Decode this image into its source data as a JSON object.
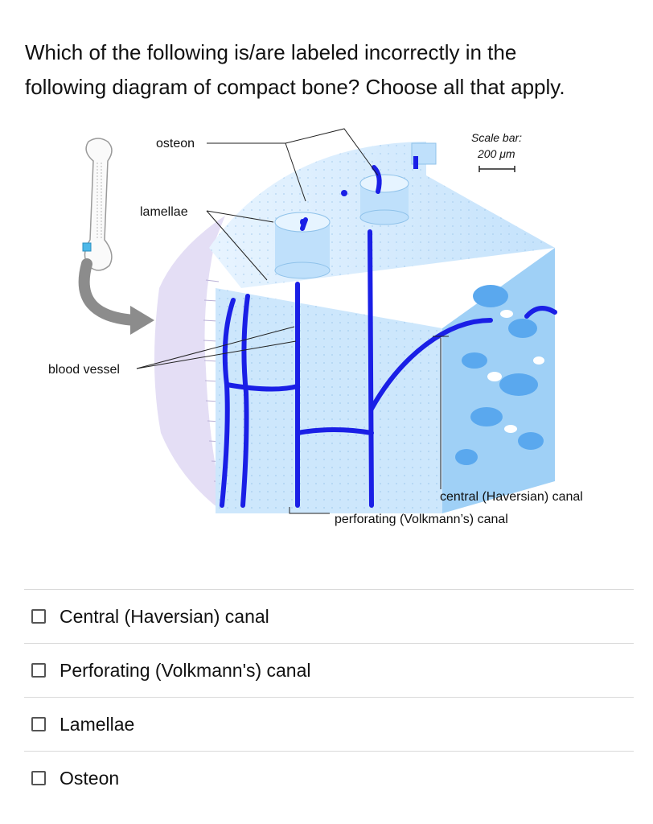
{
  "question": {
    "line1": "Which of the following is/are labeled incorrectly in the",
    "line2": "following diagram of compact bone? Choose all that apply."
  },
  "diagram": {
    "labels": {
      "osteon": "osteon",
      "lamellae": "lamellae",
      "blood_vessel": "blood vessel",
      "central_canal": "central (Haversian) canal",
      "perforating_canal": "perforating (Volkmann’s) canal",
      "scale_title": "Scale bar:",
      "scale_value": "200 μm"
    },
    "colors": {
      "bone_light": "#dcefff",
      "bone_mid": "#bfe0fb",
      "vessel": "#1a1fe6",
      "spongy": "#5aa8ee",
      "membrane": "#e4def5",
      "arrow": "#8c8c8c"
    }
  },
  "options": [
    {
      "label": "Central (Haversian) canal"
    },
    {
      "label": "Perforating (Volkmann's) canal"
    },
    {
      "label": "Lamellae"
    },
    {
      "label": "Osteon"
    }
  ]
}
